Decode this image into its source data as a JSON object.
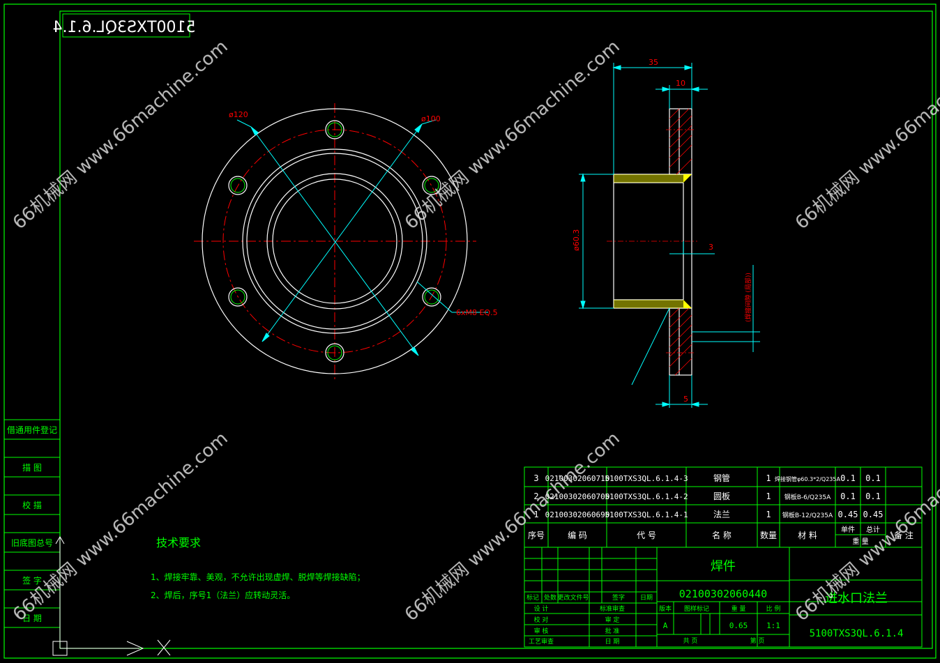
{
  "drawing": {
    "code_box": "5100TXS3QL.6.1.4",
    "watermark": "66机械网 www.66machine.com",
    "colors": {
      "background": "#000000",
      "frame": "#00ff00",
      "geometry": "#ffffff",
      "centerline": "#ff0000",
      "dimension": "#00ffff",
      "dim_text": "#ff0000",
      "hatch": "#ff0000",
      "weld": "#ffff00",
      "text": "#00ff00",
      "watermark": "#dddddd"
    }
  },
  "front_view": {
    "dim_outer": "ø120",
    "dim_bolt_circle": "ø100",
    "dim_holes": "6xM8 EQ.5"
  },
  "section_view": {
    "dim_width": "35",
    "dim_flange": "10",
    "dim_diameter": "ø60.3",
    "dim_gap": "3",
    "dim_bottom": "5",
    "dim_note": "(焊接间隙 (局部))"
  },
  "left_block": {
    "rows": [
      "借通用件登记",
      "描 图",
      "校 描",
      "旧底图总号",
      "签 字",
      "日 期"
    ]
  },
  "tech_req": {
    "title": "技术要求",
    "lines": [
      "1、焊接牢靠、美观，不允许出现虚焊、脱焊等焊接缺陷；",
      "2、焊后，序号1（法兰）应转动灵活。"
    ]
  },
  "bom": {
    "rows": [
      {
        "no": "3",
        "code": "02100302060710",
        "drawing": "5100TXS3QL.6.1.4-3",
        "name": "钢管",
        "qty": "1",
        "material": "焊接钢管φ60.3*2/Q235A",
        "unit": "0.1",
        "total": "0.1",
        "note": ""
      },
      {
        "no": "2",
        "code": "02100302060700",
        "drawing": "5100TXS3QL.6.1.4-2",
        "name": "圆板",
        "qty": "1",
        "material": "钢板B-6/Q235A",
        "unit": "0.1",
        "total": "0.1",
        "note": ""
      },
      {
        "no": "1",
        "code": "02100302060690",
        "drawing": "5100TXS3QL.6.1.4-1",
        "name": "法兰",
        "qty": "1",
        "material": "钢板B-12/Q235A",
        "unit": "0.45",
        "total": "0.45",
        "note": ""
      }
    ],
    "headers": {
      "no": "序号",
      "code": "编 码",
      "drawing": "代 号",
      "name": "名 称",
      "qty": "数量",
      "material": "材 料",
      "unit": "单件",
      "total": "总计",
      "weight": "重 量",
      "note": "备 注"
    }
  },
  "title_block": {
    "type": "焊件",
    "code": "02100302060440",
    "part_name": "进水口法兰",
    "drawing_no": "5100TXS3QL.6.1.4",
    "labels": {
      "mark": "标记",
      "count": "处数",
      "change_doc": "更改文件号",
      "sign": "签字",
      "date": "日期",
      "design": "设 计",
      "check": "校 对",
      "review": "审 核",
      "process": "工艺审查",
      "std": "标准审查",
      "finalize": "审 定",
      "approve": "批 准",
      "date2": "日 期",
      "version": "版本",
      "stage": "图样标记",
      "weight": "重 量",
      "scale": "比 例",
      "total_sheets": "共 页",
      "sheet": "第 页"
    },
    "values": {
      "version": "A",
      "weight": "0.65",
      "scale": "1:1"
    }
  }
}
